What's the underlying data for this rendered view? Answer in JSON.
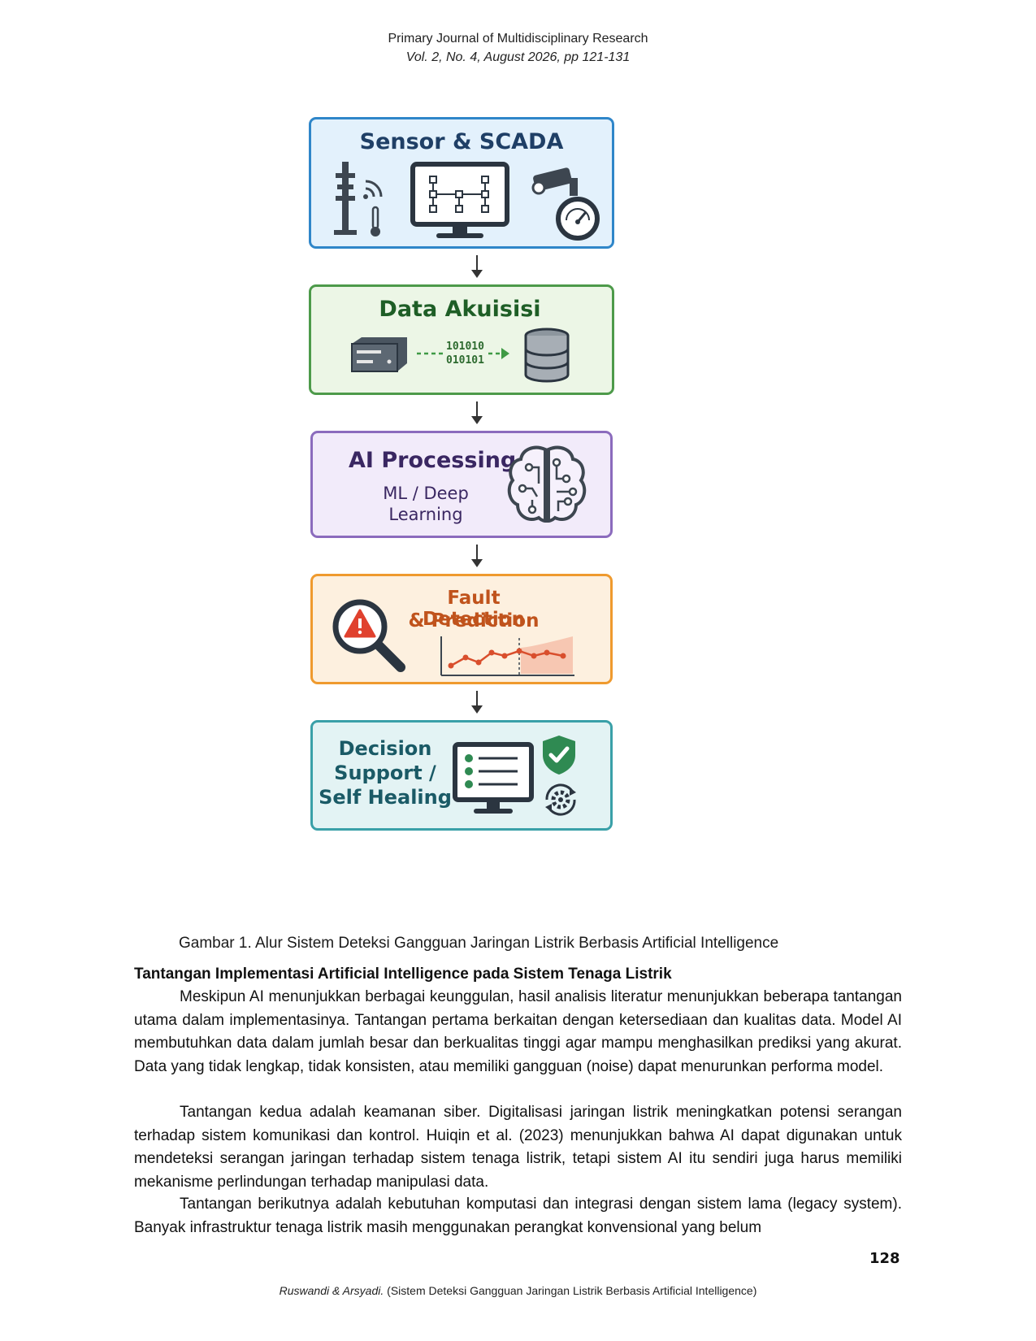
{
  "header": {
    "journal": "Primary Journal of Multidisciplinary Research",
    "volume": "Vol. 2, No. 4, August 2026, pp 121-131"
  },
  "figure": {
    "box1": {
      "title": "Sensor & SCADA"
    },
    "box2": {
      "title": "Data Akuisisi",
      "bits1": "101010",
      "bits2": "010101"
    },
    "box3": {
      "title": "AI Processing",
      "sub1": "ML / Deep",
      "sub2": "Learning"
    },
    "box4": {
      "title1": "Fault Detection",
      "title2": "& Prediction"
    },
    "box5": {
      "line1": "Decision",
      "line2": "Support /",
      "line3": "Self Healing"
    },
    "colors": {
      "blue": "#2f86c9",
      "green": "#4d9a4a",
      "purple": "#8b6bbd",
      "orange": "#ef9a2e",
      "teal": "#3aa0a8"
    }
  },
  "caption": "Gambar 1. Alur Sistem Deteksi Gangguan Jaringan Listrik Berbasis Artificial Intelligence",
  "section_title": "Tantangan Implementasi Artificial Intelligence pada Sistem Tenaga Listrik",
  "paragraphs": [
    "Meskipun AI menunjukkan berbagai keunggulan, hasil analisis literatur menunjukkan beberapa tantangan utama dalam implementasinya. Tantangan pertama berkaitan dengan ketersediaan dan kualitas data. Model AI membutuhkan data dalam jumlah besar dan berkualitas tinggi agar mampu menghasilkan prediksi yang akurat. Data yang tidak lengkap, tidak konsisten, atau memiliki gangguan (noise) dapat menurunkan performa model.",
    "Tantangan kedua adalah keamanan siber. Digitalisasi jaringan listrik meningkatkan potensi serangan terhadap sistem komunikasi dan kontrol. Huiqin et al. (2023) menunjukkan bahwa AI dapat digunakan untuk mendeteksi serangan jaringan terhadap sistem tenaga listrik, tetapi sistem AI itu sendiri juga harus memiliki mekanisme perlindungan terhadap manipulasi data.",
    "Tantangan berikutnya adalah kebutuhan komputasi dan integrasi dengan sistem lama (legacy system). Banyak infrastruktur tenaga listrik masih menggunakan perangkat konvensional yang belum"
  ],
  "page_number": "128",
  "footer": {
    "authors": "Ruswandi & Arsyadi.",
    "title": "(Sistem Deteksi Gangguan Jaringan Listrik Berbasis Artificial Intelligence)"
  }
}
